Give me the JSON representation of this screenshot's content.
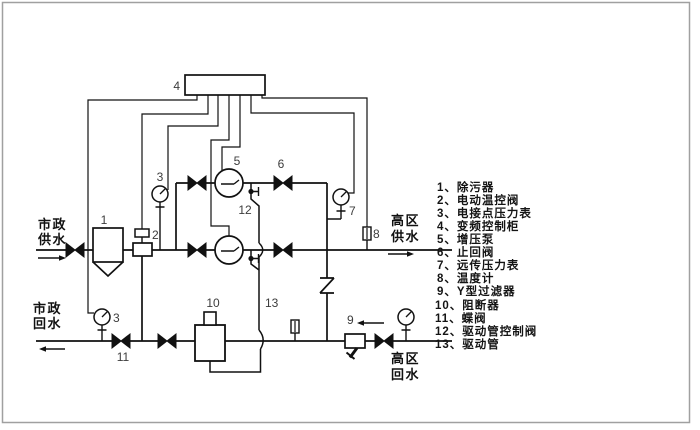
{
  "diagram_title_note": "pump pressurized water-supply system schematic",
  "colors": {
    "line": "#111111",
    "label": "#3c3c3c",
    "background": "#ffffff",
    "border": "#a0a0a0"
  },
  "ports": {
    "municipal_supply_1": "市政",
    "municipal_supply_2": "供水",
    "municipal_return_1": "市政",
    "municipal_return_2": "回水",
    "highzone_supply_1": "高区",
    "highzone_supply_2": "供水",
    "highzone_return_1": "高区",
    "highzone_return_2": "回水"
  },
  "callouts": {
    "c1": "1",
    "c2": "2",
    "c3_top": "3",
    "c3_bottom": "3",
    "c4": "4",
    "c5": "5",
    "c6": "6",
    "c7": "7",
    "c8": "8",
    "c9": "9",
    "c10": "10",
    "c11": "11",
    "c12": "12",
    "c13": "13"
  },
  "legend": {
    "items": [
      {
        "label": "1、除污器"
      },
      {
        "label": "2、电动温控阀"
      },
      {
        "label": "3、电接点压力表"
      },
      {
        "label": "4、变频控制柜"
      },
      {
        "label": "5、增压泵"
      },
      {
        "label": "6、止回阀"
      },
      {
        "label": "7、远传压力表"
      },
      {
        "label": "8、温度计"
      },
      {
        "label": "9、Y型过滤器"
      },
      {
        "label": "10、阻断器"
      },
      {
        "label": "11、蝶阀"
      },
      {
        "label": "12、驱动管控制阀"
      },
      {
        "label": "13、驱动管"
      }
    ]
  }
}
